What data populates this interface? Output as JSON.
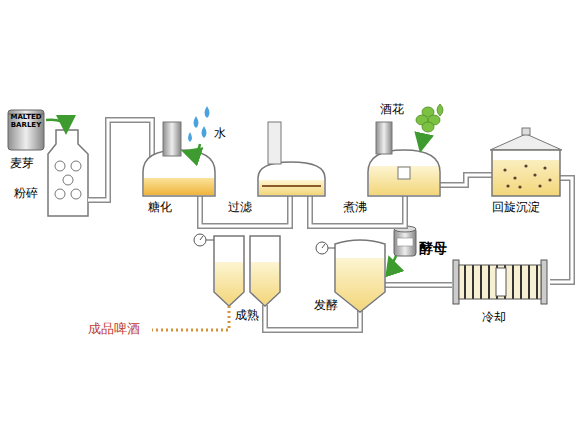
{
  "diagram": {
    "nodes": [
      {
        "text": [
          "MALTED BARLEY",
          "麦芽"
        ]
      },
      {
        "text": [
          "粉碎"
        ]
      },
      {
        "text": [
          "糖化"
        ]
      },
      {
        "text": [
          "过滤"
        ]
      },
      {
        "text": [
          "煮沸"
        ]
      },
      {
        "text": [
          "回旋沉淀"
        ]
      },
      {
        "text": [
          "冷却"
        ]
      },
      {
        "text": [
          "发酵"
        ]
      },
      {
        "text": [
          "成熟"
        ]
      }
    ],
    "edges": [
      {
        "from": 0,
        "to": 1,
        "arrow": "to"
      },
      {
        "from": 1,
        "to": 2,
        "arrow": "none"
      },
      {
        "from": 2,
        "to": 3,
        "arrow": "none"
      },
      {
        "from": 3,
        "to": 4,
        "arrow": "none"
      },
      {
        "from": 4,
        "to": 5,
        "arrow": "none"
      },
      {
        "from": 5,
        "to": 6,
        "arrow": "none"
      },
      {
        "from": 6,
        "to": 7,
        "arrow": "none"
      },
      {
        "from": 7,
        "to": 8,
        "arrow": "none"
      }
    ],
    "labels": [
      "水",
      "酒花",
      "酵母",
      "成品啤酒"
    ]
  }
}
